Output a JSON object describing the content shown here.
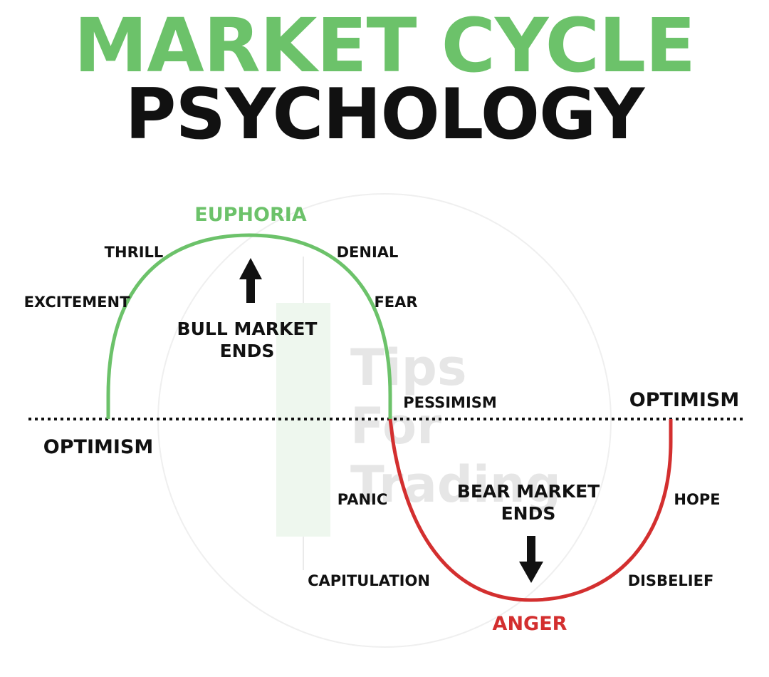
{
  "title": {
    "line1": "MARKET CYCLE",
    "line2": "PSYCHOLOGY"
  },
  "watermark": {
    "line1": "Tips",
    "line2": "For",
    "line3": "Trading"
  },
  "colors": {
    "green": "#6cc26a",
    "red": "#d32f2f",
    "black": "#111111",
    "watermark": "#e6e6e6",
    "watermark_bar": "#eef7ee"
  },
  "stages": {
    "euphoria": "EUPHORIA",
    "thrill": "THRILL",
    "excitement": "EXCITEMENT",
    "optimism_left": "OPTIMISM",
    "denial": "DENIAL",
    "fear": "FEAR",
    "pessimism": "PESSIMISM",
    "panic": "PANIC",
    "capitulation": "CAPITULATION",
    "anger": "ANGER",
    "disbelief": "DISBELIEF",
    "hope": "HOPE",
    "optimism_right": "OPTIMISM"
  },
  "markers": {
    "bull_line1": "BULL MARKET",
    "bull_line2": "ENDS",
    "bull_arrow_icon": "arrow-up-icon",
    "bear_line1": "BEAR MARKET",
    "bear_line2": "ENDS",
    "bear_arrow_icon": "arrow-down-icon"
  }
}
